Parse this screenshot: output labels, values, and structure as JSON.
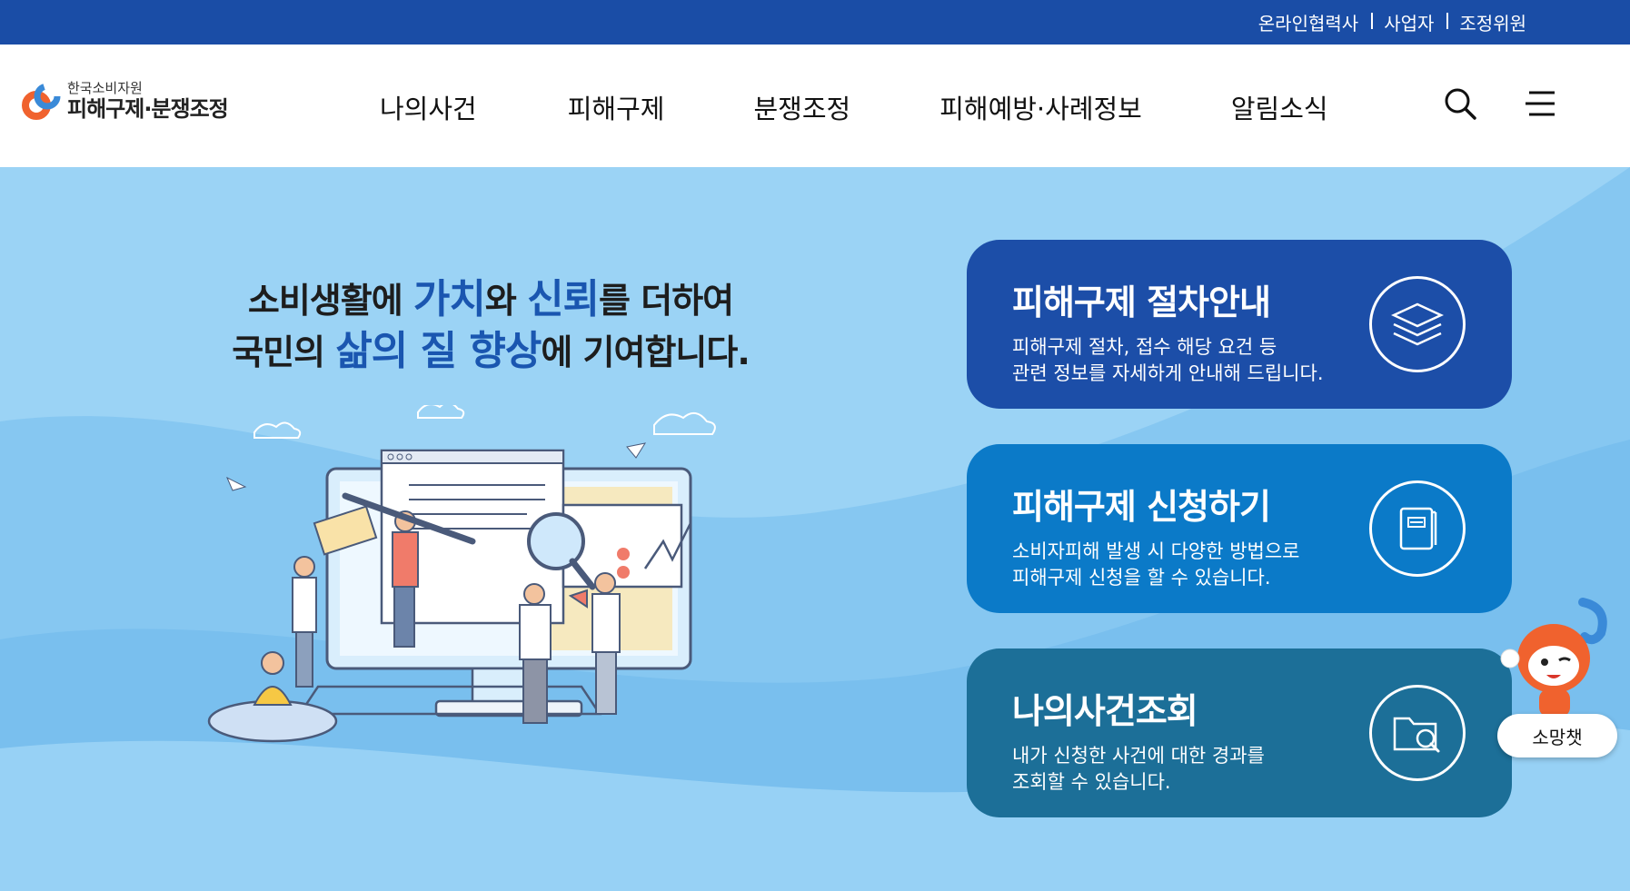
{
  "topbar": {
    "links": [
      "온라인협력사",
      "사업자",
      "조정위원"
    ]
  },
  "logo": {
    "sub": "한국소비자원",
    "main": "피해구제·분쟁조정"
  },
  "nav": {
    "items": [
      "나의사건",
      "피해구제",
      "분쟁조정",
      "피해예방·사례정보",
      "알림소식"
    ]
  },
  "icons": {
    "search": "search-icon",
    "menu": "hamburger-menu-icon"
  },
  "hero": {
    "slogan_line1_a": "소비생활에 ",
    "slogan_line1_b": "가치",
    "slogan_line1_c": "와 ",
    "slogan_line1_d": "신뢰",
    "slogan_line1_e": "를 더하여",
    "slogan_line2_a": "국민의 ",
    "slogan_line2_b": "삶의 질 향상",
    "slogan_line2_c": "에 기여합니다."
  },
  "cards": [
    {
      "title": "피해구제 절차안내",
      "desc1": "피해구제 절차, 접수 해당 요건 등",
      "desc2": "관련 정보를 자세하게 안내해 드립니다.",
      "icon": "layers-icon",
      "color": "#1c4ea8"
    },
    {
      "title": "피해구제 신청하기",
      "desc1": "소비자피해 발생 시 다양한 방법으로",
      "desc2": "피해구제 신청을 할 수 있습니다.",
      "icon": "document-icon",
      "color": "#0b7ac8"
    },
    {
      "title": "나의사건조회",
      "desc1": "내가 신청한 사건에 대한 경과를",
      "desc2": "조회할 수 있습니다.",
      "icon": "folder-search-icon",
      "color": "#1c6f98"
    }
  ],
  "chatbot": {
    "label": "소망챗"
  },
  "colors": {
    "topbar": "#1a4da6",
    "hero_bg": "#9bd3f5",
    "accent": "#1a56b0"
  }
}
